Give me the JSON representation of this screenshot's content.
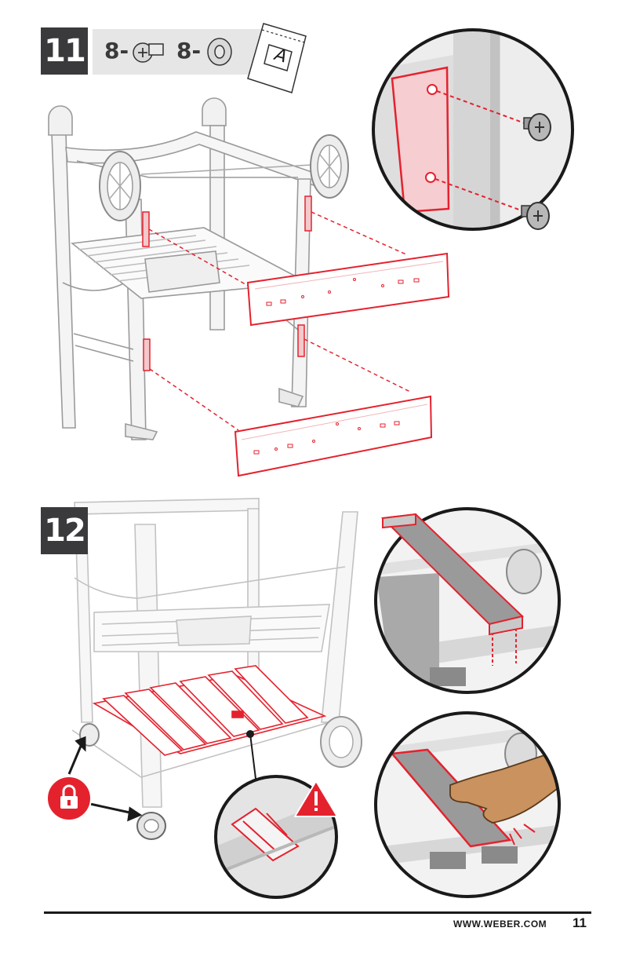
{
  "step11": {
    "number": "11",
    "parts": [
      {
        "qty": "8-",
        "icon": "bolt-icon"
      },
      {
        "qty": "8-",
        "icon": "washer-icon"
      }
    ],
    "hardware_bag_label": "A"
  },
  "step12": {
    "number": "12"
  },
  "footer": {
    "url": "WWW.WEBER.COM",
    "page_number": "11"
  },
  "colors": {
    "accent_red": "#e4222e",
    "badge": "#3a3a3c",
    "line_gray": "#b0b0b0"
  }
}
